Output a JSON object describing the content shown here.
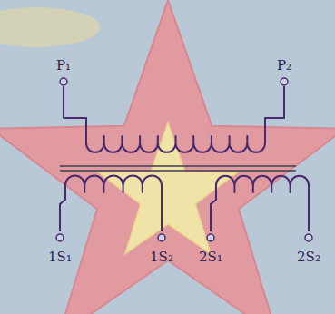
{
  "diagram": {
    "labels": [
      "P₁",
      "P₂",
      "1S₁",
      "1S₂",
      "2S₁",
      "2S₂"
    ]
  }
}
